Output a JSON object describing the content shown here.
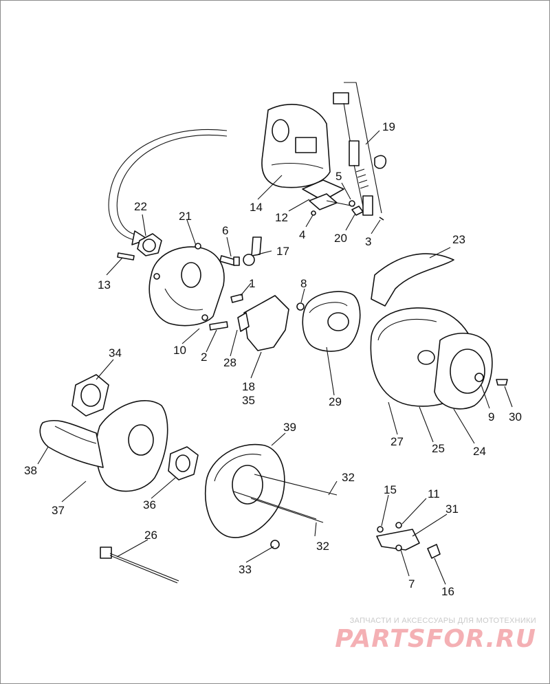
{
  "diagram": {
    "callouts": [
      "19",
      "5",
      "14",
      "12",
      "4",
      "20",
      "3",
      "22",
      "21",
      "6",
      "17",
      "13",
      "1",
      "8",
      "23",
      "10",
      "2",
      "28",
      "18",
      "35",
      "29",
      "27",
      "25",
      "24",
      "9",
      "30",
      "34",
      "39",
      "38",
      "37",
      "36",
      "32",
      "15",
      "11",
      "31",
      "26",
      "33",
      "7",
      "16"
    ]
  },
  "watermark": {
    "caption": "ЗАПЧАСТИ И АКСЕССУАРЫ ДЛЯ МОТОТЕХНИКИ",
    "logo_part1": "PARTS",
    "logo_part2": "FOR.RU",
    "color": "#f4b0b4"
  }
}
